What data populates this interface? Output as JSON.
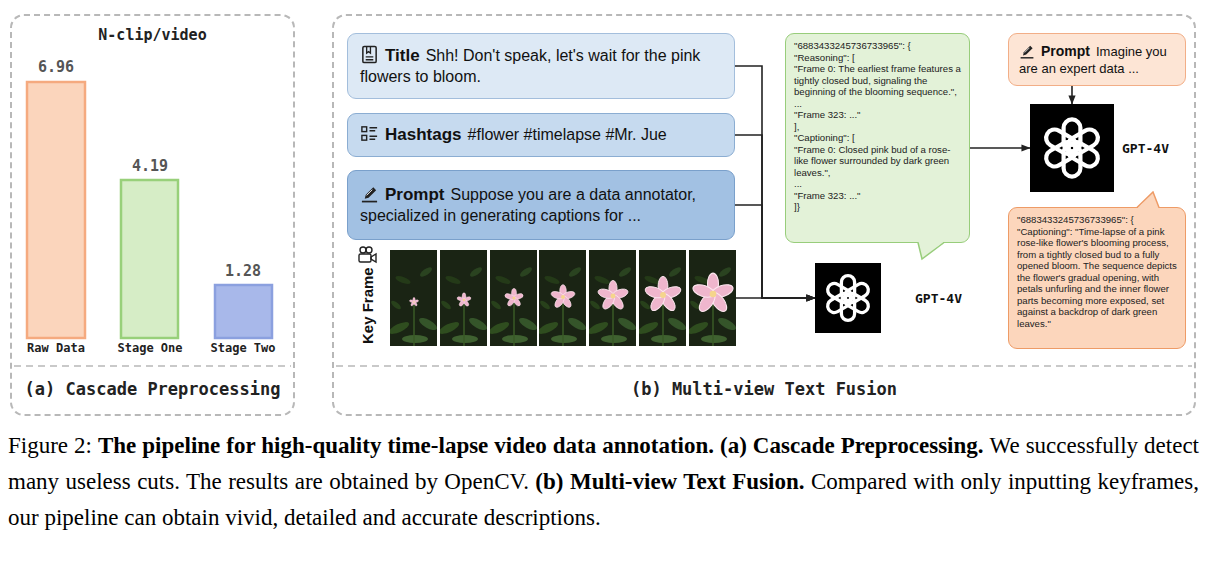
{
  "diagram": {
    "caption": "Figure 2: The pipeline for high-quality time-lapse video data annotation. (a) Cascade Preprocessing. We successfully detect many useless cuts. The results are obtained by OpenCV. (b) Multi-view Text Fusion. Compared with only inputting keyframes, our pipeline can obtain vivid, detailed and accurate descriptions.",
    "nodes": [
      {
        "text": [
          "N-clip/video",
          "(a) Cascade Preprocessing"
        ]
      },
      {
        "text": [
          "(b) Multi-view Text Fusion"
        ]
      },
      {
        "text": [
          "Title",
          "Shh! Don't speak, let's wait for the pink flowers to bloom."
        ],
        "in": 1
      },
      {
        "text": [
          "Hashtags",
          "#flower #timelapse #Mr. Jue"
        ],
        "in": 1
      },
      {
        "text": [
          "Prompt",
          "Suppose you are a data annotator, specialized in generating captions for ..."
        ],
        "in": 1
      },
      {
        "text": [
          "Key Frame"
        ],
        "in": 1
      },
      {
        "text": [
          "GPT-4V"
        ],
        "in": 1
      },
      {
        "text": [
          "\"6883433245736733965\": {",
          "\"Reasoning\": [",
          "\"Frame 0: The earliest frame features a tightly closed bud, signaling the beginning of the blooming sequence.\",",
          "...",
          "\"Frame 323: ...\"",
          "],",
          "\"Captioning\": [",
          "\"Frame 0: Closed pink bud of a rose-like flower surrounded by dark green leaves.\",",
          "...",
          "\"Frame 323: ...\"",
          "]}"
        ],
        "in": 1
      },
      {
        "text": [
          "Prompt",
          "Imagine you are an expert data ..."
        ],
        "in": 1
      },
      {
        "text": [
          "GPT-4V"
        ],
        "in": 1
      },
      {
        "text": [
          "\"6883433245736733965\": {",
          "\"Captioning\": \"Time-lapse of a pink rose-like flower's blooming process, from a tightly closed bud to a fully opened bloom. The sequence depicts the flower's gradual opening, with petals unfurling and the inner flower parts becoming more exposed, set against a backdrop of dark green leaves.\""
        ],
        "in": 1
      }
    ],
    "edges": [
      {
        "from": 2,
        "to": 6,
        "arrow": "to"
      },
      {
        "from": 3,
        "to": 6,
        "arrow": "to"
      },
      {
        "from": 4,
        "to": 6,
        "arrow": "to"
      },
      {
        "from": 5,
        "to": 6,
        "arrow": "to"
      },
      {
        "from": 7,
        "to": 9,
        "arrow": "to"
      },
      {
        "from": 8,
        "to": 9,
        "arrow": "to"
      }
    ],
    "labels": [
      "6.96",
      "Raw Data",
      "4.19",
      "Stage One",
      "1.28",
      "Stage Two"
    ]
  }
}
